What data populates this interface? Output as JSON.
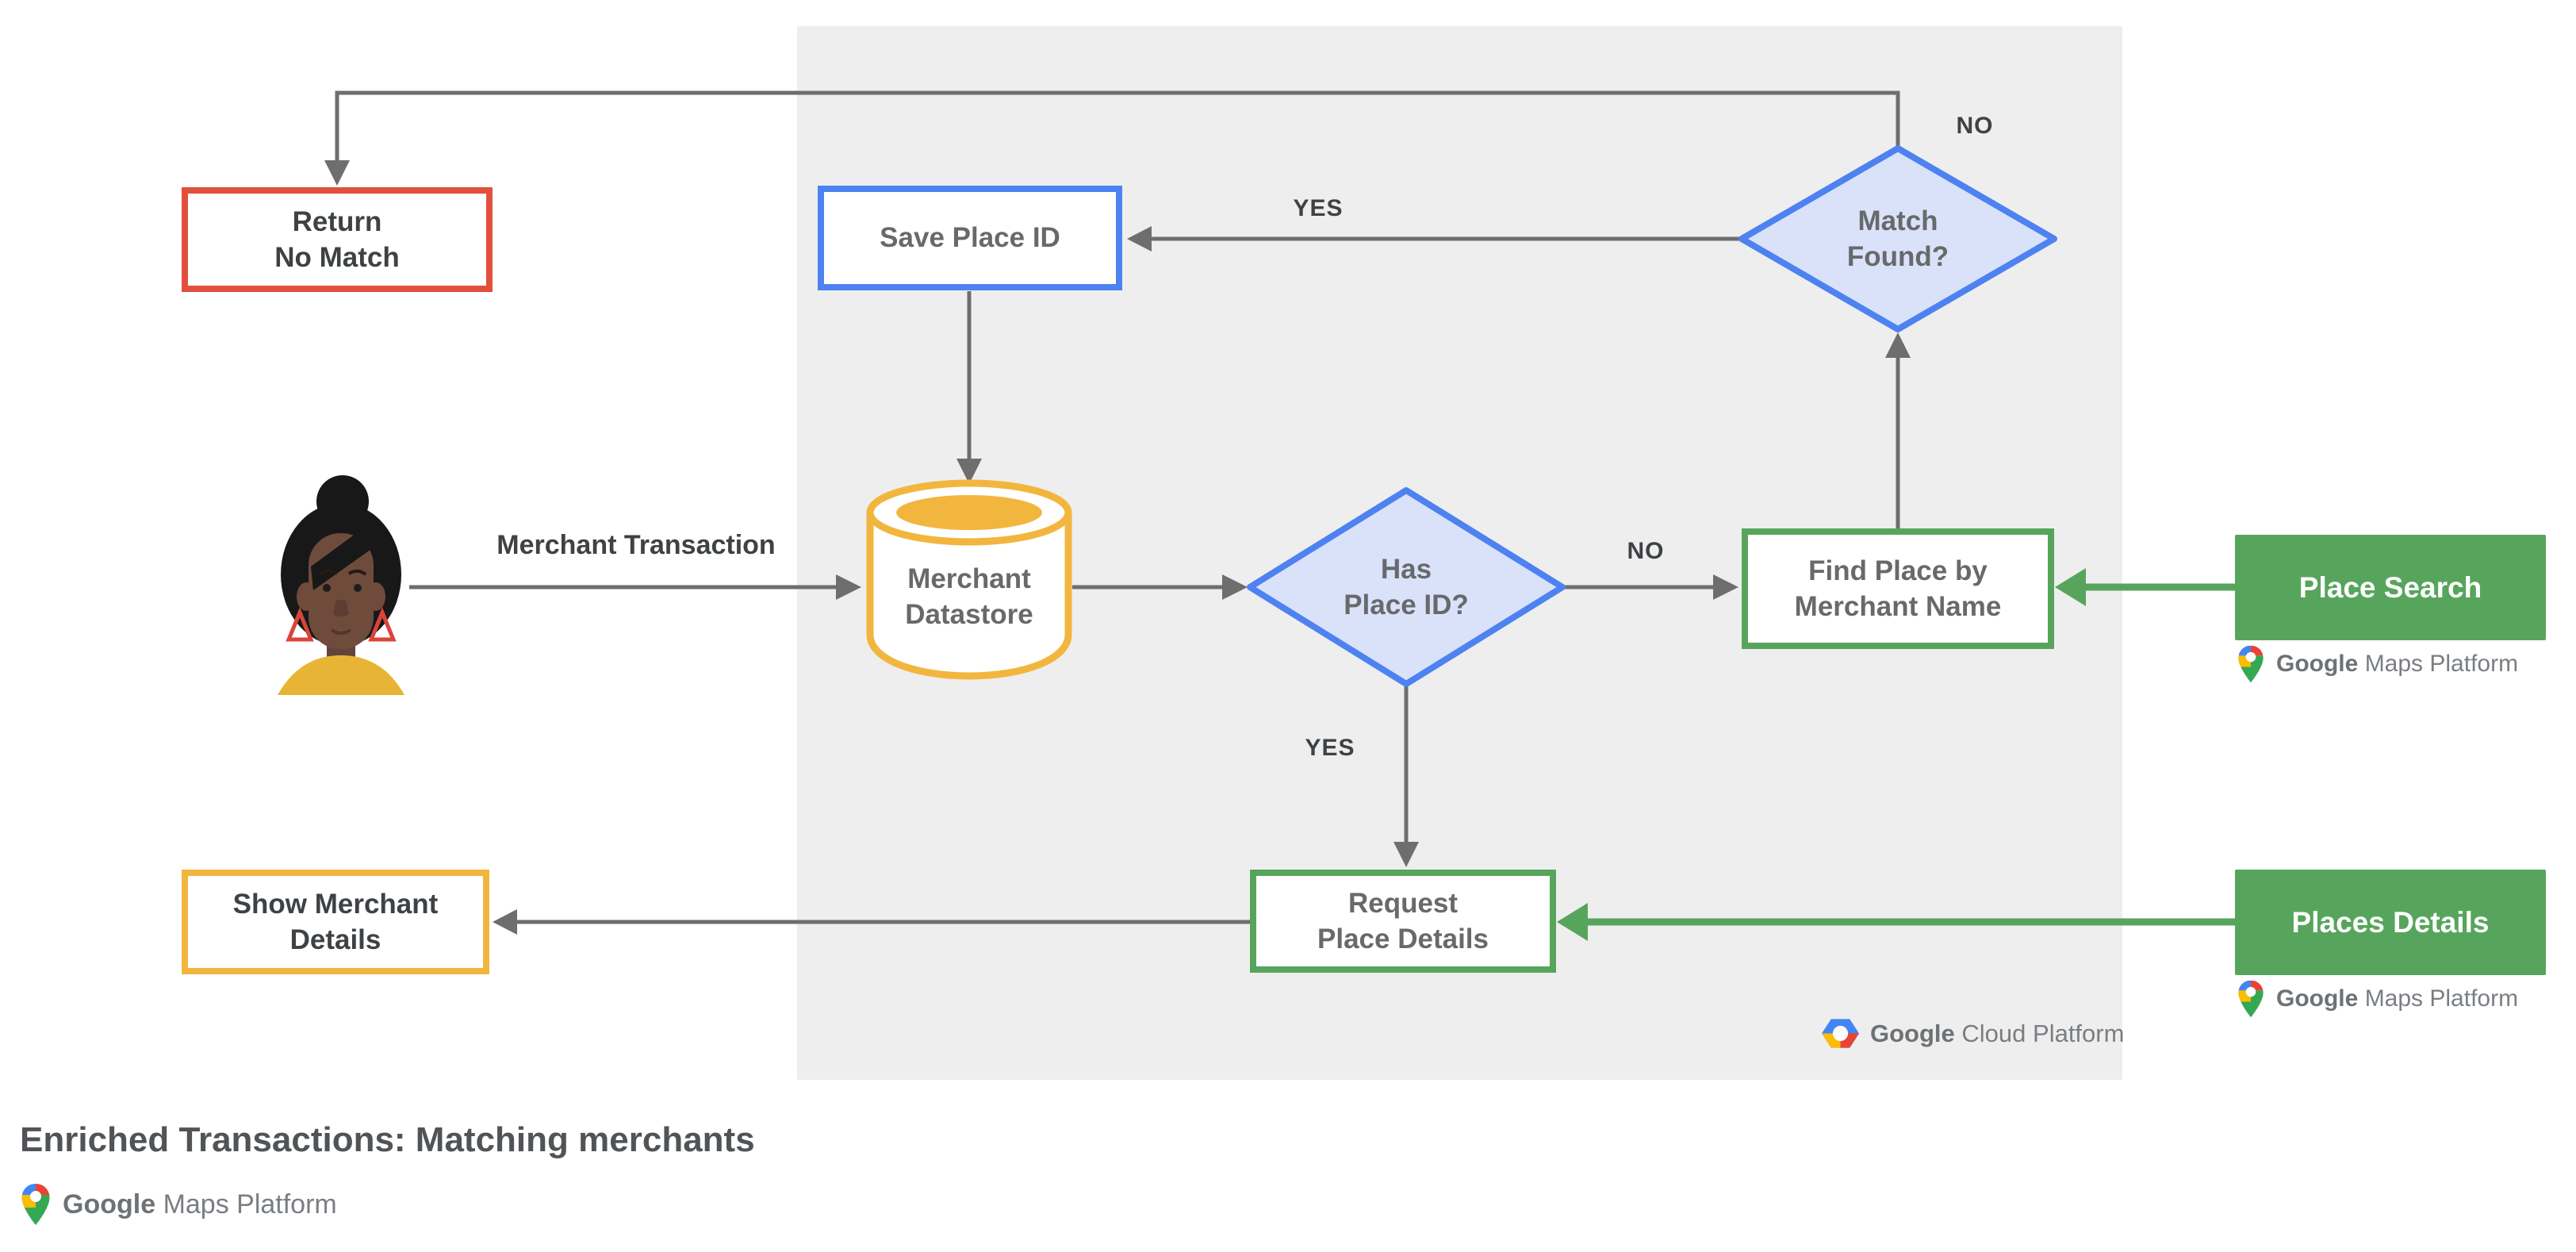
{
  "colors": {
    "red": "#E2503C",
    "blue": "#4D82F0",
    "blue_fill": "#D9E2F8",
    "yellow": "#F2B63E",
    "green": "#57A55C",
    "line_gray": "#6E6E6E",
    "panel_gray": "#EEEEEE"
  },
  "nodes": {
    "return_no_match": {
      "label": "Return\nNo Match"
    },
    "save_place_id": {
      "label": "Save Place ID"
    },
    "match_found": {
      "label": "Match\nFound?"
    },
    "merchant_datastore": {
      "label": "Merchant\nDatastore"
    },
    "has_place_id": {
      "label": "Has\nPlace ID?"
    },
    "find_place_by_merchant_name": {
      "label": "Find Place by\nMerchant Name"
    },
    "request_place_details": {
      "label": "Request\nPlace Details"
    },
    "show_merchant_details": {
      "label": "Show Merchant\nDetails"
    },
    "place_search": {
      "label": "Place Search"
    },
    "places_details": {
      "label": "Places Details"
    }
  },
  "actor": {
    "label": "Merchant Transaction"
  },
  "edge_labels": {
    "no_top": "NO",
    "yes_top": "YES",
    "no_mid": "NO",
    "yes_mid": "YES"
  },
  "logos": {
    "google_maps_platform": {
      "google": "Google",
      "rest": "Maps Platform"
    },
    "google_cloud_platform": {
      "google": "Google",
      "rest": "Cloud Platform"
    }
  },
  "footer": {
    "title": "Enriched Transactions: Matching merchants"
  }
}
